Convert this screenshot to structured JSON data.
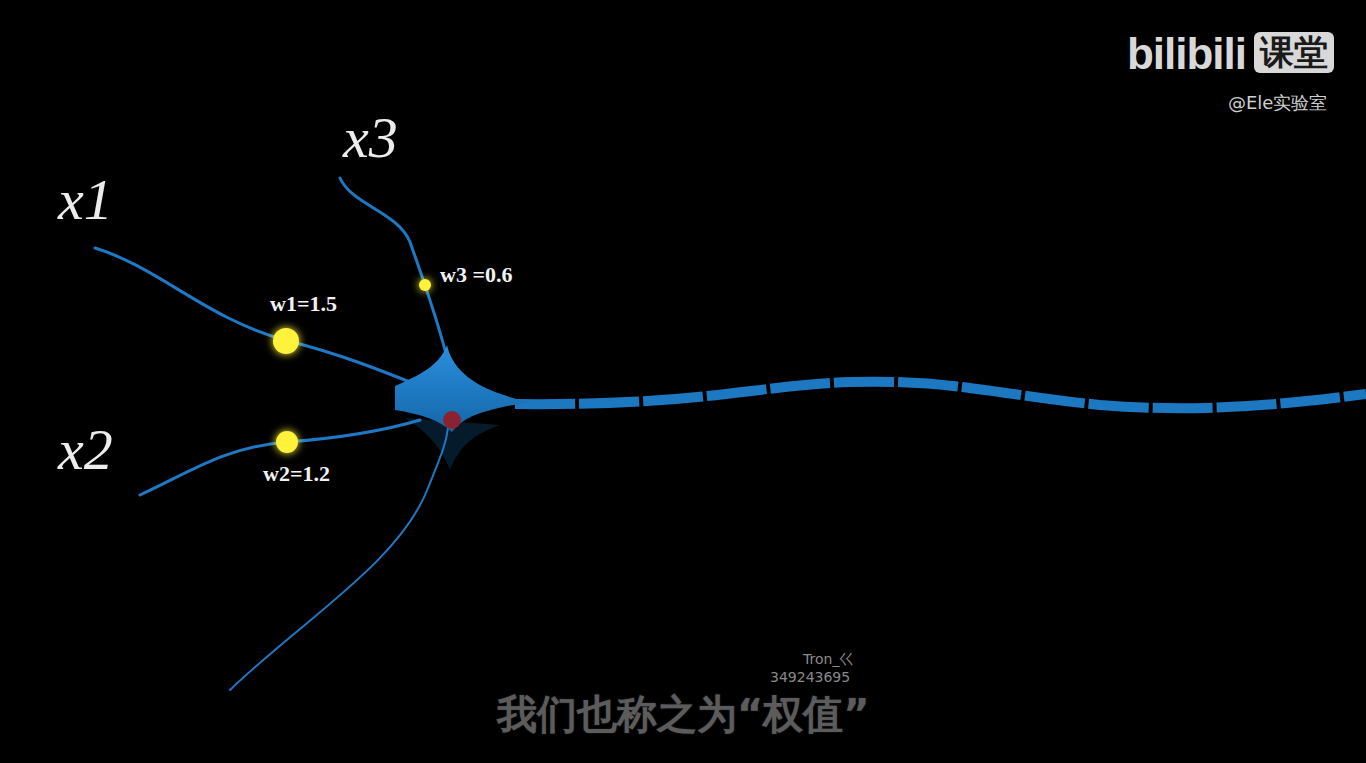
{
  "diagram": {
    "caption": "我们也称之为“权值”",
    "labels": [
      "x1",
      "x2",
      "x3",
      "w1=1.5",
      "w2=1.2",
      "w3 =0.6",
      "bilibili",
      "课堂",
      "@Ele实验室",
      "Tron_巜",
      "349243695"
    ]
  }
}
